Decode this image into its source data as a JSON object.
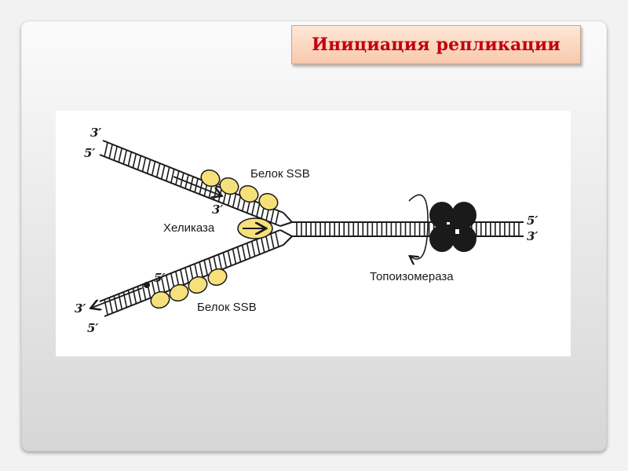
{
  "title": "Инициация репликации",
  "labels": {
    "ssb_top": "Белок SSB",
    "ssb_bottom": "Белок SSB",
    "helicase": "Хеликаза",
    "topoisomerase": "Топоизомераза"
  },
  "ends": {
    "top_strand_left_3": "3′",
    "top_strand_left_5": "5′",
    "top_strand_inner_3": "3′",
    "bottom_strand_inner_5": "5′",
    "bottom_strand_left_3": "3′",
    "bottom_strand_left_5": "5′",
    "duplex_right_5": "5′",
    "duplex_right_3": "3′"
  },
  "colors": {
    "title_text": "#c0000f",
    "ssb_protein": "#f6e07a",
    "topoisomerase": "#1a1a1a"
  }
}
